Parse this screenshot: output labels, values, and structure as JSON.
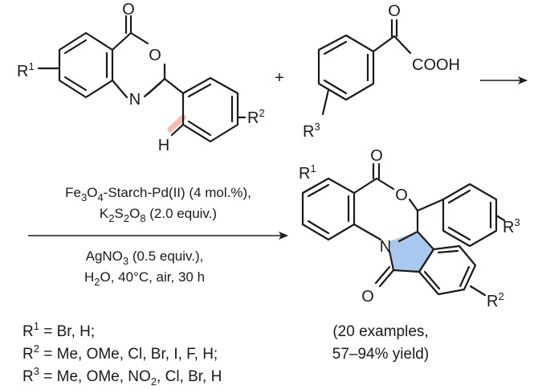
{
  "reactant1": {
    "carbonyl_o": "O",
    "ring_o": "O",
    "ring_n": "N",
    "h_atom": "H",
    "r1": {
      "base": "R",
      "sup": "1"
    },
    "r2": {
      "base": "R",
      "sup": "2"
    }
  },
  "plus": "+",
  "reactant2": {
    "keto_o": "O",
    "acid": "COOH",
    "r3": {
      "base": "R",
      "sup": "3"
    }
  },
  "conditions": {
    "above": [
      {
        "parts": [
          [
            "Fe",
            ""
          ],
          [
            "3",
            "sub"
          ],
          [
            "O",
            ""
          ],
          [
            "4",
            "sub"
          ],
          [
            "-Starch-Pd(II) (4 mol.%),",
            ""
          ]
        ]
      },
      {
        "parts": [
          [
            "K",
            ""
          ],
          [
            "2",
            "sub"
          ],
          [
            "S",
            ""
          ],
          [
            "2",
            "sub"
          ],
          [
            "O",
            ""
          ],
          [
            "8",
            "sub"
          ],
          [
            " (2.0 equiv.)",
            ""
          ]
        ]
      }
    ],
    "below": [
      {
        "parts": [
          [
            "AgNO",
            ""
          ],
          [
            "3",
            "sub"
          ],
          [
            " (0.5 equiv.),",
            ""
          ]
        ]
      },
      {
        "parts": [
          [
            "H",
            ""
          ],
          [
            "2",
            "sub"
          ],
          [
            "O, 40°C, air, 30 h",
            ""
          ]
        ]
      }
    ]
  },
  "product": {
    "carbonyl_o": "O",
    "ring_o": "O",
    "ring_n": "N",
    "lactam_o": "O",
    "r1": {
      "base": "R",
      "sup": "1"
    },
    "r2": {
      "base": "R",
      "sup": "2"
    },
    "r3": {
      "base": "R",
      "sup": "3"
    }
  },
  "substituents": [
    {
      "label": "R",
      "sup": "1",
      "parts": [
        [
          " =  Br, H;",
          ""
        ]
      ]
    },
    {
      "label": "R",
      "sup": "2",
      "parts": [
        [
          " = Me, OMe, Cl, Br, I, F, H;",
          ""
        ]
      ]
    },
    {
      "label": "R",
      "sup": "3",
      "parts": [
        [
          " = Me, OMe, NO",
          ""
        ],
        [
          "2",
          "sub"
        ],
        [
          ", Cl, Br, H",
          ""
        ]
      ]
    }
  ],
  "summary": {
    "line1": "(20 examples,",
    "line2": "57–94% yield)"
  },
  "colors": {
    "highlight_bond": "#f3a59a",
    "new_ring_fill": "#a9c8ef",
    "ink": "#1a1a1a"
  }
}
